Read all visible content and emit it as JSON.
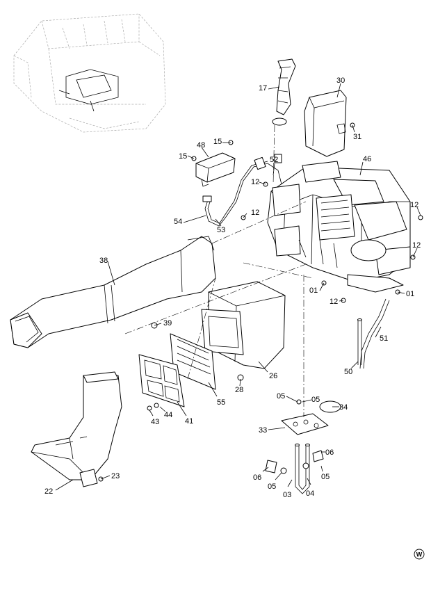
{
  "labels": [
    {
      "key": "p17",
      "text": "17"
    },
    {
      "key": "p30",
      "text": "30"
    },
    {
      "key": "p31",
      "text": "31"
    },
    {
      "key": "p48",
      "text": "48"
    },
    {
      "key": "p15a",
      "text": "15"
    },
    {
      "key": "p15b",
      "text": "15"
    },
    {
      "key": "p52",
      "text": "52"
    },
    {
      "key": "p46",
      "text": "46"
    },
    {
      "key": "p12a",
      "text": "12"
    },
    {
      "key": "p12b",
      "text": "12"
    },
    {
      "key": "p12c",
      "text": "12"
    },
    {
      "key": "p12d",
      "text": "12"
    },
    {
      "key": "p12e",
      "text": "12"
    },
    {
      "key": "p54",
      "text": "54"
    },
    {
      "key": "p53",
      "text": "53"
    },
    {
      "key": "p38",
      "text": "38"
    },
    {
      "key": "p01a",
      "text": "01"
    },
    {
      "key": "p01b",
      "text": "01"
    },
    {
      "key": "p39",
      "text": "39"
    },
    {
      "key": "p51",
      "text": "51"
    },
    {
      "key": "p50",
      "text": "50"
    },
    {
      "key": "p26",
      "text": "26"
    },
    {
      "key": "p28",
      "text": "28"
    },
    {
      "key": "p55",
      "text": "55"
    },
    {
      "key": "p41",
      "text": "41"
    },
    {
      "key": "p44",
      "text": "44"
    },
    {
      "key": "p43",
      "text": "43"
    },
    {
      "key": "p05a",
      "text": "05"
    },
    {
      "key": "p05b",
      "text": "05"
    },
    {
      "key": "p05c",
      "text": "05"
    },
    {
      "key": "p05d",
      "text": "05"
    },
    {
      "key": "p34",
      "text": "34"
    },
    {
      "key": "p33",
      "text": "33"
    },
    {
      "key": "p06a",
      "text": "06"
    },
    {
      "key": "p06b",
      "text": "06"
    },
    {
      "key": "p03",
      "text": "03"
    },
    {
      "key": "p04",
      "text": "04"
    },
    {
      "key": "p22",
      "text": "22"
    },
    {
      "key": "p23",
      "text": "23"
    }
  ],
  "logo": {
    "text": "W"
  }
}
